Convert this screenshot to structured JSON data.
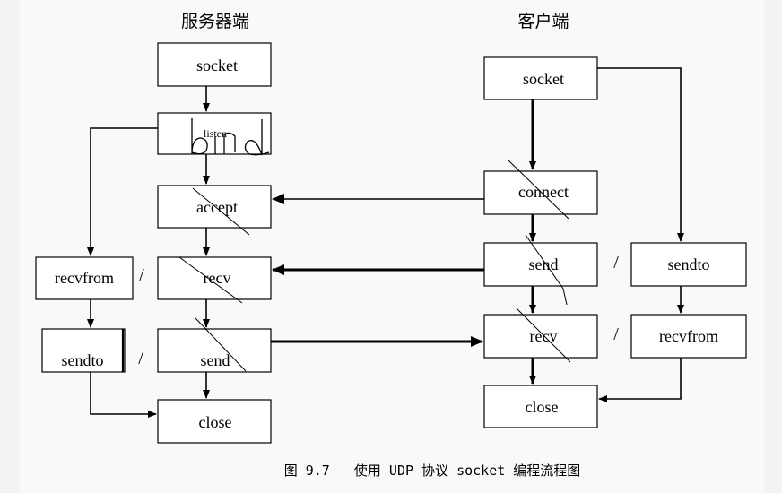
{
  "headings": {
    "server": "服务器端",
    "client": "客户端"
  },
  "server": {
    "socket": "socket",
    "listen": "listen",
    "accept": "accept",
    "recv": "recv",
    "send": "send",
    "close": "close",
    "recvfrom": "recvfrom",
    "sendto": "sendto"
  },
  "client": {
    "socket": "socket",
    "connect": "connect",
    "send": "send",
    "recv": "recv",
    "close": "close",
    "sendto": "sendto",
    "recvfrom": "recvfrom"
  },
  "separator": "/",
  "handwritten": "bind",
  "caption": "图 9.7   使用 UDP 协议 socket 编程流程图"
}
